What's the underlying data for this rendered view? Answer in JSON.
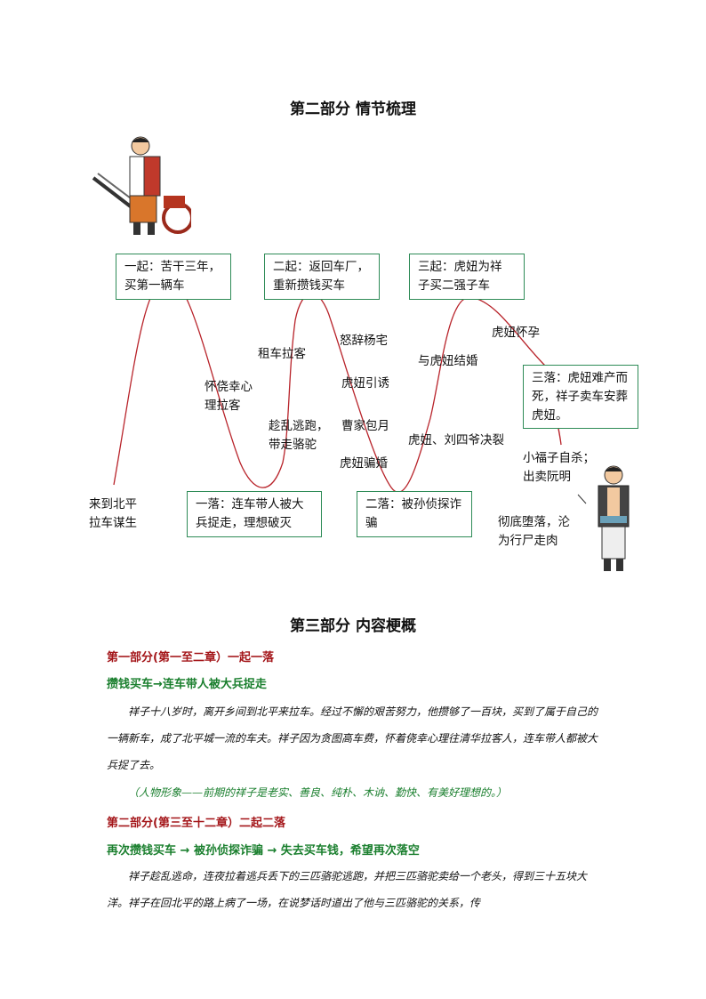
{
  "part2": {
    "title": "第二部分 情节梳理"
  },
  "diagram": {
    "box_rise1": {
      "line1": "一起：苦干三年，",
      "line2": "买第一辆车"
    },
    "box_rise2": {
      "line1": "二起：返回车厂，",
      "line2": "重新攒钱买车"
    },
    "box_rise3": {
      "line1": "三起：虎妞为祥",
      "line2": "子买二强子车"
    },
    "box_fall1": {
      "line1": "一落：连车带人被大",
      "line2": "兵捉走，理想破灭"
    },
    "box_fall2": {
      "line1": "二落：被孙侦探诈",
      "line2": "骗"
    },
    "box_fall3": {
      "line1": "三落：虎妞难产而",
      "line2": "死，祥子卖车安葬",
      "line3": "虎妞。"
    },
    "labels": {
      "arrive_l1": "来到北平",
      "arrive_l2": "拉车谋生",
      "luck_l1": "怀侥幸心",
      "luck_l2": "理拉客",
      "rent": "租车拉客",
      "escape_l1": "趁乱逃跑，",
      "escape_l2": "带走骆驼",
      "quit_yang": "怒辞杨宅",
      "seduce": "虎妞引诱",
      "cao": "曹家包月",
      "cheat_marry": "虎妞骗婚",
      "marry": "与虎妞结婚",
      "split": "虎妞、刘四爷决裂",
      "pregnant": "虎妞怀孕",
      "xiaofu_l1": "小福子自杀；",
      "xiaofu_l2": "出卖阮明",
      "degrade_l1": "彻底堕落，沦",
      "degrade_l2": "为行尸走肉"
    }
  },
  "part3": {
    "title": "第三部分 内容梗概",
    "sec1_heading": "第一部分(第一至二章）一起一落",
    "sec1_sub": "攒钱买车→连车带人被大兵捉走",
    "sec1_para": "祥子十八岁时，离开乡间到北平来拉车。经过不懈的艰苦努力，他攒够了一百块，买到了属于自己的一辆新车，成了北平城一流的车夫。祥子因为贪图高车费，怀着侥幸心理往清华拉客人，连车带人都被大兵捉了去。",
    "sec1_note": "（人物形象——前期的祥子是老实、善良、纯朴、木讷、勤快、有美好理想的。）",
    "sec2_heading": "第二部分(第三至十二章）二起二落",
    "sec2_sub": "再次攒钱买车 → 被孙侦探诈骗 → 失去买车钱，希望再次落空",
    "sec2_para": "祥子趁乱逃命，连夜拉着逃兵丢下的三匹骆驼逃跑，并把三匹骆驼卖给一个老头，得到三十五块大洋。祥子在回北平的路上病了一场，在说梦话时道出了他与三匹骆驼的关系，传"
  }
}
